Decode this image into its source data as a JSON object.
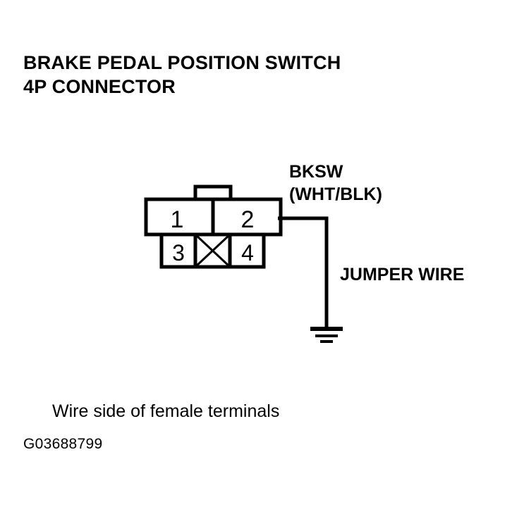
{
  "figure": {
    "title_lines": [
      "BRAKE PEDAL POSITION SWITCH",
      "4P CONNECTOR"
    ],
    "title_line_1": "BRAKE PEDAL POSITION SWITCH",
    "title_line_2": "4P CONNECTOR",
    "caption": "Wire side of female terminals",
    "figure_id": "G03688799",
    "ink_color": "#000000",
    "background_color": "#ffffff"
  },
  "connector": {
    "name": "Brake Pedal Position Switch 4P Connector",
    "terminals": [
      {
        "position": "upper-left",
        "label": "1",
        "used": true
      },
      {
        "position": "upper-right",
        "label": "2",
        "used": true
      },
      {
        "position": "lower-left",
        "label": "3",
        "used": true
      },
      {
        "position": "lower-center",
        "label": "",
        "used": false,
        "mark": "x-cross"
      },
      {
        "position": "lower-right",
        "label": "4",
        "used": true
      }
    ],
    "terminal_1": "1",
    "terminal_2": "2",
    "terminal_3": "3",
    "terminal_4": "4",
    "blank_cavity_mark": "x-cross-icon",
    "has_locking_tab": true
  },
  "wiring": {
    "circuit_name": "BKSW",
    "wire_color_code": "(WHT/BLK)",
    "from_terminal": "2",
    "jumper_label": "JUMPER WIRE",
    "ground_symbol": "chassis-ground"
  }
}
